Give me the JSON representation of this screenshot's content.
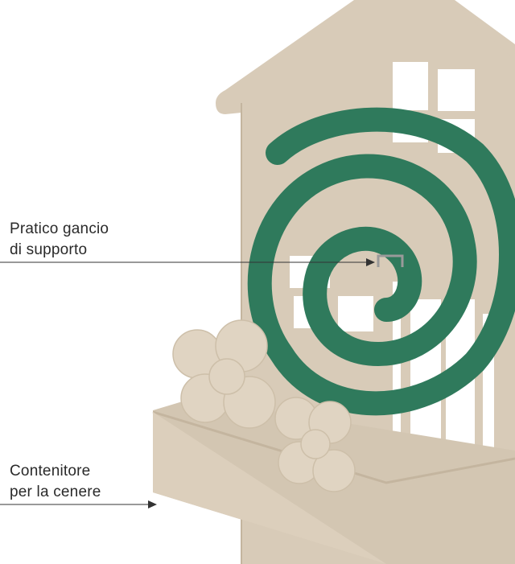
{
  "annotations": {
    "hook": {
      "line1": "Pratico gancio",
      "line2": "di supporto"
    },
    "tray": {
      "line1": "Contenitore",
      "line2": "per la cenere"
    }
  },
  "colors": {
    "background": "#ffffff",
    "metal": "#d8cbb8",
    "metal_shadow": "#c4b59f",
    "coil": "#2f7a5c",
    "text": "#2a2a2a"
  },
  "icons": [
    "house-silhouette",
    "clover-icon",
    "spiral-coil",
    "arrow-head"
  ]
}
